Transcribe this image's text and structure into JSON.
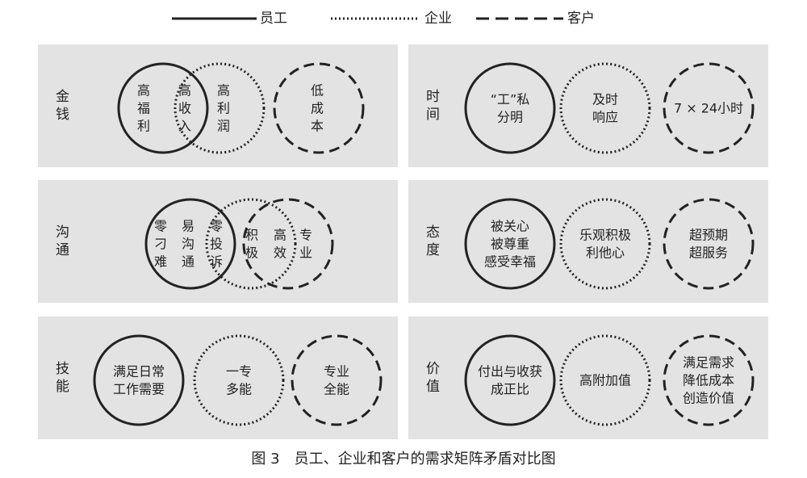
{
  "legend": {
    "employee": "员工",
    "enterprise": "企业",
    "customer": "客户"
  },
  "panels": [
    {
      "id": "money",
      "label": "金钱",
      "circles": [
        {
          "role": "employee",
          "lines": [
            "高",
            "福",
            "利"
          ],
          "orient": "vertical"
        },
        {
          "role": "enterprise",
          "lines": [
            "高",
            "利",
            "润"
          ],
          "orient": "vertical"
        },
        {
          "role": "customer",
          "lines": [
            "低",
            "成",
            "本"
          ],
          "orient": "vertical"
        }
      ],
      "overlap_text": {
        "lines": [
          "高",
          "收",
          "入"
        ]
      }
    },
    {
      "id": "time",
      "label": "时间",
      "circles": [
        {
          "role": "employee",
          "lines": [
            "“工”私",
            "分明"
          ],
          "orient": "horizontal"
        },
        {
          "role": "enterprise",
          "lines": [
            "及时",
            "响应"
          ],
          "orient": "horizontal"
        },
        {
          "role": "customer",
          "lines": [
            "7 × 24小时"
          ],
          "orient": "horizontal"
        }
      ]
    },
    {
      "id": "communication",
      "label": "沟通",
      "circles": [
        {
          "role": "employee",
          "lines": [
            "零",
            "刁",
            "难"
          ],
          "orient": "vertical"
        },
        {
          "role": "employee2",
          "lines": [
            "易",
            "沟",
            "通"
          ],
          "orient": "vertical"
        },
        {
          "role": "enterprise",
          "lines": [
            "零",
            "投",
            "诉"
          ],
          "orient": "vertical"
        },
        {
          "role": "enterprise2",
          "lines": [
            "积",
            "极"
          ],
          "orient": "vertical"
        },
        {
          "role": "customer",
          "lines": [
            "高",
            "效"
          ],
          "orient": "vertical"
        },
        {
          "role": "customer2",
          "lines": [
            "专",
            "业"
          ],
          "orient": "vertical"
        }
      ]
    },
    {
      "id": "attitude",
      "label": "态度",
      "circles": [
        {
          "role": "employee",
          "lines": [
            "被关心",
            "被尊重",
            "感受幸福"
          ],
          "orient": "horizontal"
        },
        {
          "role": "enterprise",
          "lines": [
            "乐观积极",
            "利他心"
          ],
          "orient": "horizontal"
        },
        {
          "role": "customer",
          "lines": [
            "超预期",
            "超服务"
          ],
          "orient": "horizontal"
        }
      ]
    },
    {
      "id": "skill",
      "label": "技能",
      "circles": [
        {
          "role": "employee",
          "lines": [
            "满足日常",
            "工作需要"
          ],
          "orient": "horizontal"
        },
        {
          "role": "enterprise",
          "lines": [
            "一专",
            "多能"
          ],
          "orient": "horizontal"
        },
        {
          "role": "customer",
          "lines": [
            "专业",
            "全能"
          ],
          "orient": "horizontal"
        }
      ]
    },
    {
      "id": "value",
      "label": "价值",
      "circles": [
        {
          "role": "employee",
          "lines": [
            "付出与收获",
            "成正比"
          ],
          "orient": "horizontal"
        },
        {
          "role": "enterprise",
          "lines": [
            "高附加值"
          ],
          "orient": "horizontal"
        },
        {
          "role": "customer",
          "lines": [
            "满足需求",
            "降低成本",
            "创造价值"
          ],
          "orient": "horizontal"
        }
      ]
    }
  ],
  "caption": "图 3　员工、企业和客户的需求矩阵矛盾对比图"
}
